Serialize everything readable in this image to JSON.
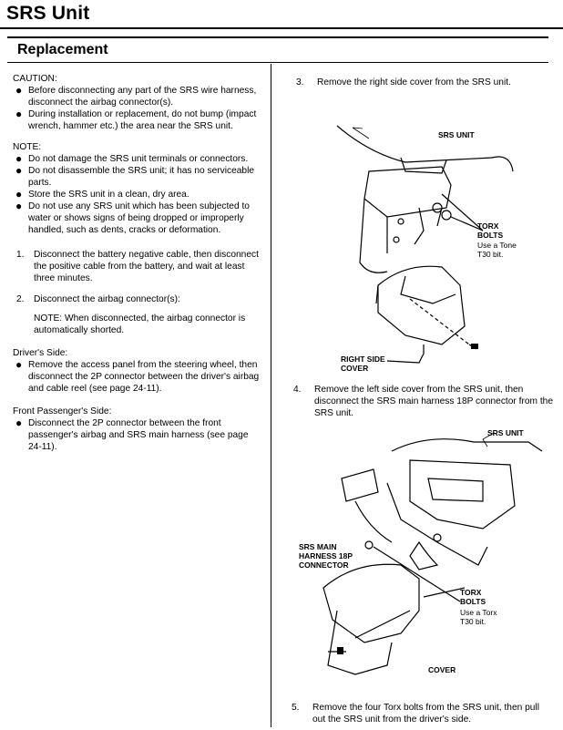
{
  "header": {
    "title": "SRS Unit"
  },
  "section": {
    "title": "Replacement"
  },
  "caution": {
    "heading": "CAUTION:",
    "items": [
      "Before disconnecting any part of the SRS wire harness, disconnect the airbag connector(s).",
      "During installation or replacement, do not bump (impact wrench, hammer etc.) the area near the SRS unit."
    ]
  },
  "note": {
    "heading": "NOTE:",
    "items": [
      "Do not damage the SRS unit terminals or connectors.",
      "Do not disassemble the SRS unit; it has no serviceable parts.",
      "Store the SRS unit in a clean, dry area.",
      "Do not use any SRS unit which has been subjected to water or shows signs of being dropped or improperly handled, such as dents, cracks or deformation."
    ]
  },
  "steps": {
    "s1": {
      "num": "1.",
      "text": "Disconnect the battery negative cable, then disconnect the positive cable from the battery, and wait at least three minutes."
    },
    "s2": {
      "num": "2.",
      "text": "Disconnect the airbag connector(s):",
      "note": "NOTE: When disconnected, the airbag connector is automatically shorted."
    },
    "s3": {
      "num": "3.",
      "text": "Remove the right side cover from the SRS unit."
    },
    "s4": {
      "num": "4.",
      "text": "Remove the left side cover from the SRS unit, then disconnect the SRS main harness 18P connector from the SRS unit."
    },
    "s5": {
      "num": "5.",
      "text": "Remove the four Torx bolts from the SRS unit, then pull out the SRS unit from the driver's side."
    }
  },
  "drivers_side": {
    "heading": "Driver's Side:",
    "item": "Remove the access panel from the steering wheel, then disconnect the 2P connector between the driver's airbag and cable reel (see page 24-11)."
  },
  "passenger_side": {
    "heading": "Front Passenger's Side:",
    "item": "Disconnect the 2P connector between the front passenger's airbag and SRS main harness (see page 24-11)."
  },
  "figure1": {
    "srs_unit": "SRS UNIT",
    "torx_bolts": "TORX BOLTS",
    "use_tone": "Use a Tone T30 bit.",
    "right_side_cover": "RIGHT SIDE COVER"
  },
  "figure2": {
    "srs_unit": "SRS UNIT",
    "harness": "SRS MAIN HARNESS 18P CONNECTOR",
    "torx_bolts": "TORX BOLTS",
    "use_torx": "Use a Torx T30 bit.",
    "cover": "COVER"
  }
}
